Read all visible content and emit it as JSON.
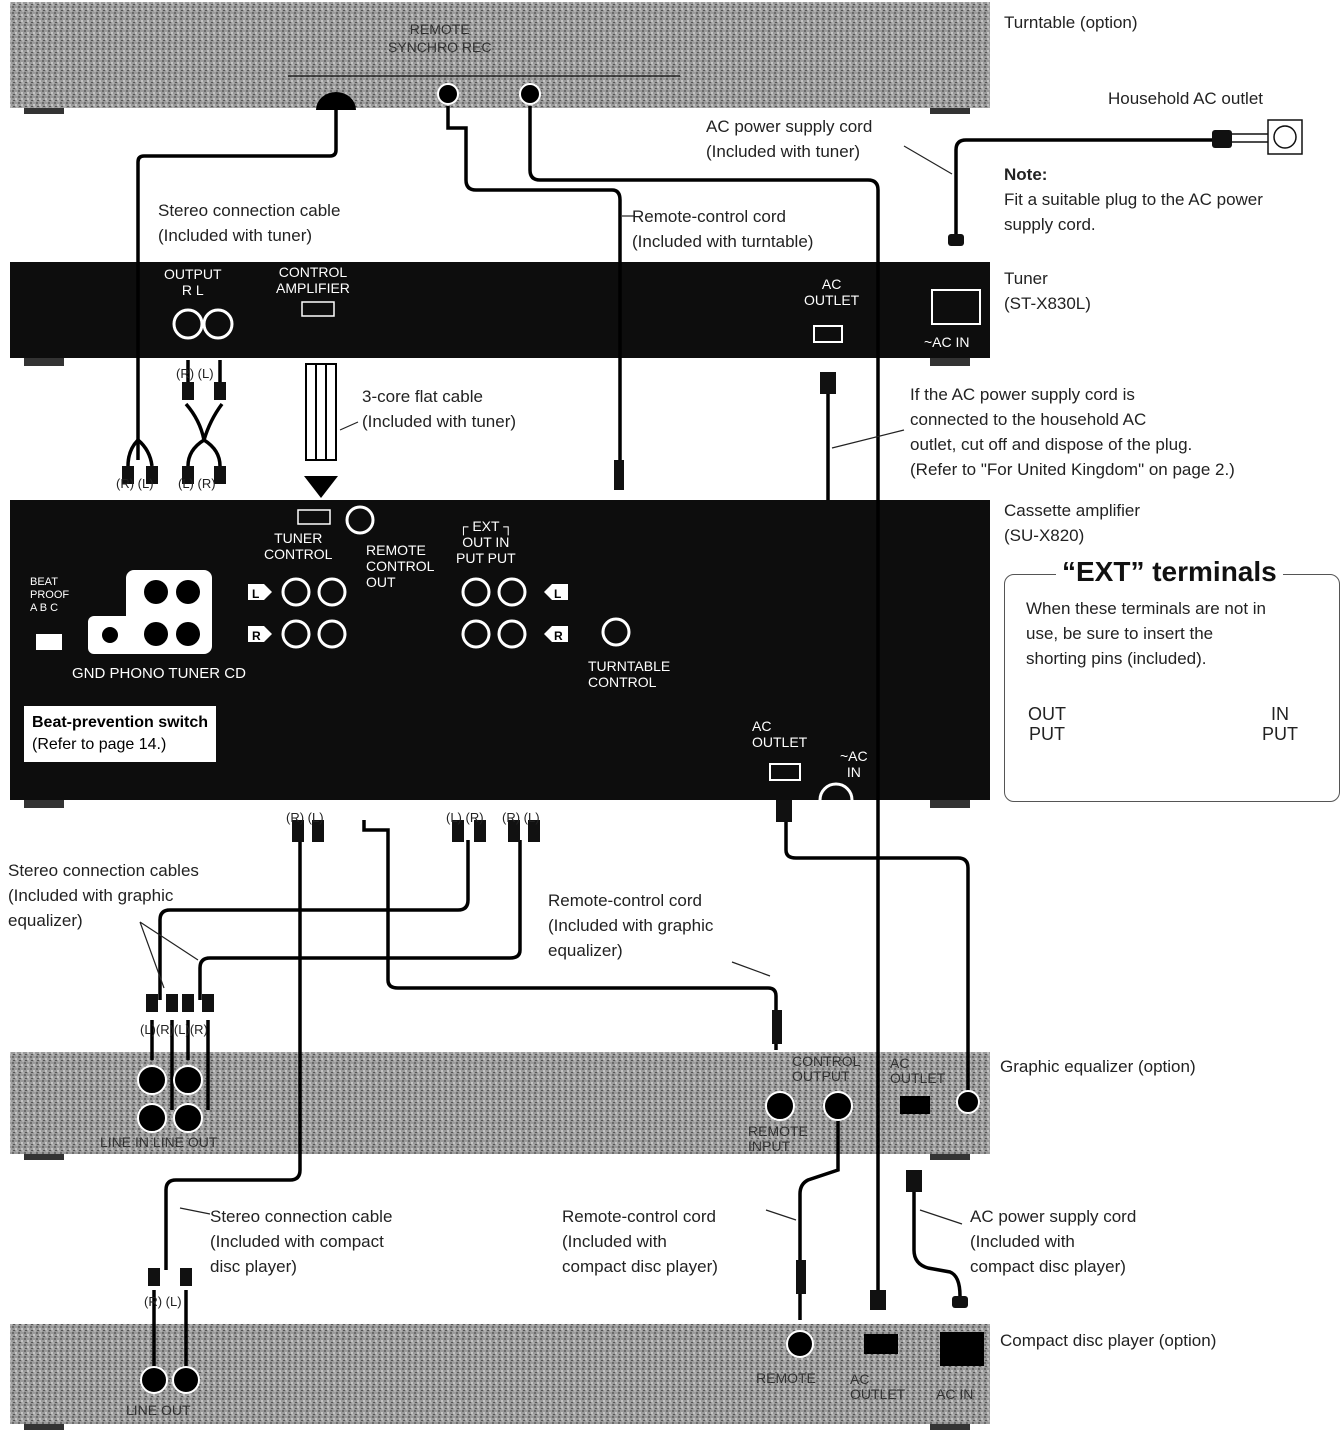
{
  "devices": {
    "turntable": {
      "label": "Turntable (option)",
      "panel_text": [
        "REMOTE",
        "SYNCHRO REC"
      ]
    },
    "tuner": {
      "label": [
        "Tuner",
        "(ST-X830L)"
      ],
      "output": "OUTPUT",
      "output_rl": "R   L",
      "control": [
        "CONTROL",
        "AMPLIFIER"
      ],
      "ac_outlet": [
        "AC",
        "OUTLET"
      ],
      "ac_in": "~AC  IN"
    },
    "amplifier": {
      "label": [
        "Cassette amplifier",
        "(SU-X820)"
      ],
      "beat_proof": [
        "BEAT",
        "PROOF",
        "A  B  C"
      ],
      "inputs": "GND PHONO TUNER  CD",
      "tuner_control": [
        "TUNER",
        "CONTROL"
      ],
      "remote_control_out": [
        "REMOTE",
        "CONTROL",
        "OUT"
      ],
      "ext": [
        "┌ EXT ┐",
        "OUT IN",
        "PUT  PUT"
      ],
      "turntable_control": [
        "TURNTABLE",
        "CONTROL"
      ],
      "ac_outlet": [
        "AC",
        "OUTLET"
      ],
      "ac_in": [
        "~AC",
        "IN"
      ],
      "L": "L",
      "R": "R"
    },
    "equalizer": {
      "label": "Graphic equalizer (option)",
      "line": "LINE IN   LINE OUT",
      "control_output": [
        "CONTROL",
        "OUTPUT"
      ],
      "remote_input": [
        "REMOTE",
        "INPUT"
      ],
      "ac_outlet": [
        "AC",
        "OUTLET"
      ]
    },
    "cd": {
      "label": "Compact disc player (option)",
      "line_out": "LINE OUT",
      "remote": "REMOTE",
      "ac_outlet": [
        "AC",
        "OUTLET"
      ],
      "ac_in": "AC IN"
    }
  },
  "annotations": {
    "household": "Household AC outlet",
    "ac_cord_tuner": [
      "AC power supply cord",
      "(Included with tuner)"
    ],
    "note_title": "Note:",
    "note_text": [
      "Fit a suitable plug to the AC power",
      "supply cord."
    ],
    "stereo_tuner": [
      "Stereo connection cable",
      "(Included with tuner)"
    ],
    "remote_turntable": [
      "Remote-control cord",
      "(Included with turntable)"
    ],
    "flat_cable": [
      "3-core flat cable",
      "(Included with tuner)"
    ],
    "uk_note": [
      "If the AC power supply cord is",
      "connected to the household AC",
      "outlet, cut off and dispose of the plug.",
      "(Refer to \"For United Kingdom\" on page 2.)"
    ],
    "beat_switch_title": "Beat-prevention switch",
    "beat_switch_ref": "(Refer to page 14.)",
    "stereo_eq": [
      "Stereo connection cables",
      "(Included with graphic",
      "equalizer)"
    ],
    "remote_eq": [
      "Remote-control cord",
      "(Included with graphic",
      "equalizer)"
    ],
    "stereo_cd": [
      "Stereo connection cable",
      "(Included with compact",
      "disc player)"
    ],
    "remote_cd": [
      "Remote-control cord",
      "(Included with",
      "compact disc player)"
    ],
    "ac_cd": [
      "AC power supply cord",
      "(Included with",
      "compact disc player)"
    ]
  },
  "plug_labels": {
    "tuner_out": "(R)  (L)",
    "amp_in_a": "(R) (L)",
    "amp_in_b": "(L)  (R)",
    "amp_out_a": "(R) (L)",
    "amp_out_b": "(L) (R)",
    "amp_out_c": "(R) (L)",
    "eq_in": "(L)(R)(L)(R)",
    "cd_out": "(R)  (L)"
  },
  "ext_box": {
    "title": "“EXT” terminals",
    "text": [
      "When these terminals are not in",
      "use, be sure to insert the",
      "shorting pins (included)."
    ],
    "out": [
      "OUT",
      "PUT"
    ],
    "in": [
      "IN",
      "PUT"
    ]
  }
}
